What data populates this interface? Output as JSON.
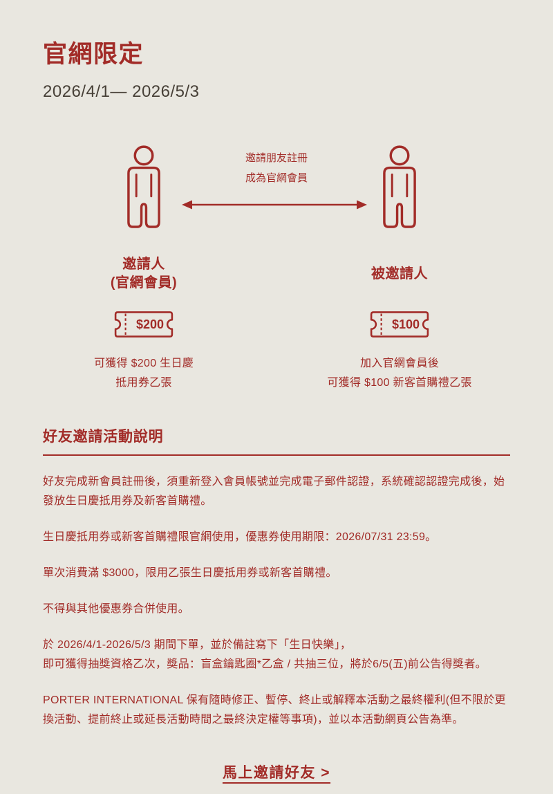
{
  "colors": {
    "background": "#e9e7e0",
    "accent_red": "#a22c28",
    "date_gray": "#474037"
  },
  "header": {
    "title": "官網限定",
    "date_range": "2026/4/1— 2026/5/3"
  },
  "diagram": {
    "caption_line1": "邀請朋友註冊",
    "caption_line2": "成為官網會員",
    "inviter": {
      "label_line1": "邀請人",
      "label_line2": "(官網會員)",
      "coupon_amount": "$200",
      "desc_line1": "可獲得 $200 生日慶",
      "desc_line2": "抵用券乙張"
    },
    "invitee": {
      "label_line1": "被邀請人",
      "coupon_amount": "$100",
      "desc_line1": "加入官網會員後",
      "desc_line2": "可獲得 $100 新客首購禮乙張"
    }
  },
  "rules": {
    "heading": "好友邀請活動說明",
    "paragraphs": [
      "好友完成新會員註冊後，須重新登入會員帳號並完成電子郵件認證，系統確認認證完成後，始發放生日慶抵用券及新客首購禮。",
      "生日慶抵用券或新客首購禮限官網使用，優惠券使用期限：2026/07/31 23:59。",
      "單次消費滿 $3000，限用乙張生日慶抵用券或新客首購禮。",
      "不得與其他優惠券合併使用。",
      "於 2026/4/1-2026/5/3 期間下單，並於備註寫下「生日快樂」，\n即可獲得抽獎資格乙次，獎品：盲盒鑰匙圈*乙盒 / 共抽三位，將於6/5(五)前公告得獎者。",
      "PORTER INTERNATIONAL 保有隨時修正、暫停、終止或解釋本活動之最終權利(但不限於更換活動、提前終止或延長活動時間之最終決定權等事項)，並以本活動網頁公告為準。"
    ]
  },
  "cta": {
    "label": "馬上邀請好友 >"
  }
}
